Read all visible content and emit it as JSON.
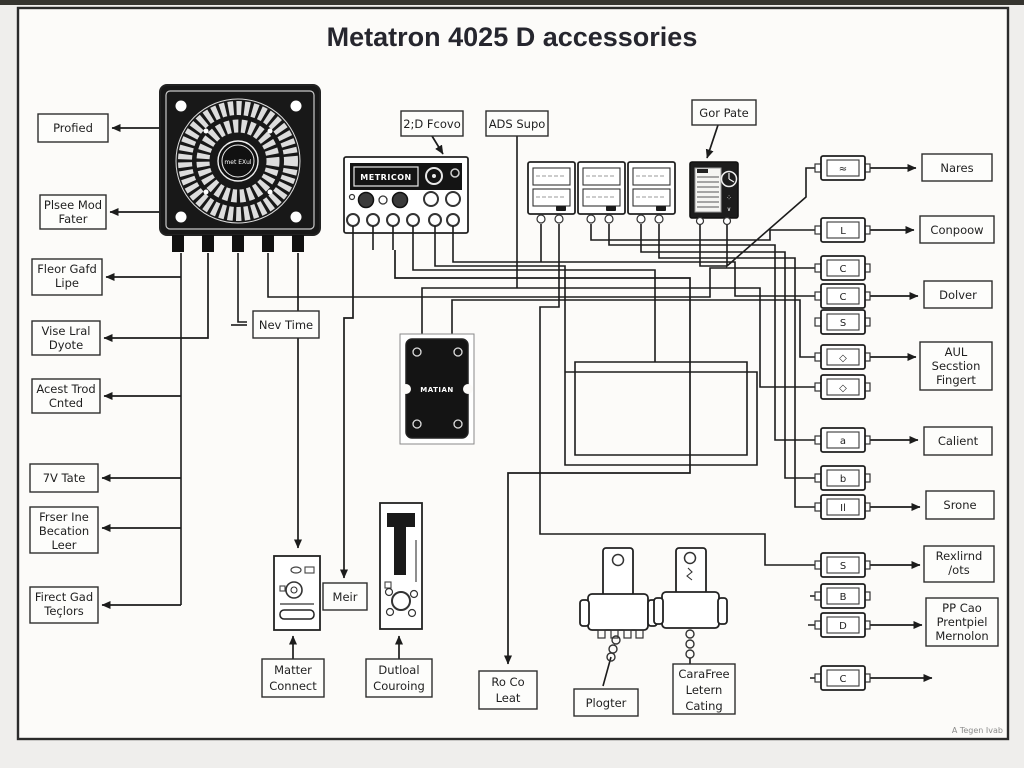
{
  "title": "Metatron 4025 D accessories",
  "footnote": "A Tegen Ivab",
  "devices": {
    "turntable": "met EXul",
    "control_unit": "METRICON",
    "relay": "MATIAN"
  },
  "labels": {
    "profied": [
      "Profied"
    ],
    "plsee": [
      "Plsee Mod",
      "Fater"
    ],
    "fleor": [
      "Fleor Gafd",
      "Lipe"
    ],
    "vise": [
      "Vise Lral",
      "Dyote"
    ],
    "acest": [
      "Acest Trod",
      "Cnted"
    ],
    "pv": [
      "7V Tate"
    ],
    "frser": [
      "Frser Ine",
      "Becation",
      "Leer"
    ],
    "firect": [
      "Firect Gad",
      "Teçlors"
    ],
    "fcovo": [
      "2;D Fcovo"
    ],
    "ads": [
      "ADS Supo"
    ],
    "gorpate": [
      "Gor Pate"
    ],
    "nevtime": [
      "Nev Time"
    ],
    "nares": [
      "Nares"
    ],
    "conpoow": [
      "Conpoow"
    ],
    "dolver": [
      "Dolver"
    ],
    "aul": [
      "AUL",
      "Secstion",
      "Fingert"
    ],
    "calient": [
      "Calient"
    ],
    "srone": [
      "Srone"
    ],
    "rexlirnd": [
      "Rexlirnd",
      "/ots"
    ],
    "ppcao": [
      "PP Cao",
      "Prentpiel",
      "Mernolon"
    ],
    "matter": [
      "Matter",
      "Connect"
    ],
    "meir": [
      "Meir"
    ],
    "dutloal": [
      "Dutloal",
      "Couroing"
    ],
    "roco": [
      "Ro Co",
      "Leat"
    ],
    "plogter": [
      "Plogter"
    ],
    "carafree": [
      "CaraFree",
      "Letern",
      "Cating"
    ]
  },
  "connectors": [
    "≈",
    "L",
    "C",
    "C",
    "S",
    "◇",
    "◇",
    "a",
    "b",
    "Il",
    "S",
    "B",
    "D",
    "C"
  ]
}
